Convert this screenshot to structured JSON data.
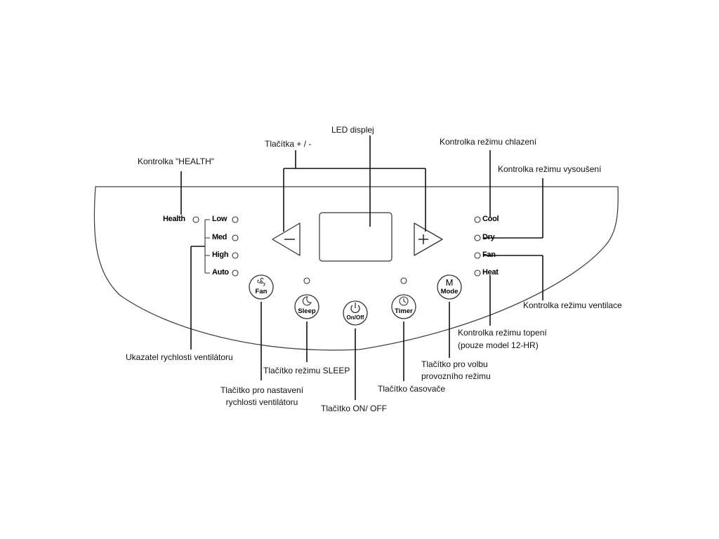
{
  "callouts": {
    "led_display": "LED displej",
    "plus_minus_buttons": "Tlačítka + / -",
    "health_indicator": "Kontrolka \"HEALTH\"",
    "cool_indicator": "Kontrolka režimu chlazení",
    "dry_indicator": "Kontrolka režimu vysoušení",
    "fan_mode_indicator": "Kontrolka režimu ventilace",
    "heat_indicator_line1": "Kontrolka režimu topení",
    "heat_indicator_line2": "(pouze model 12-HR)",
    "fan_speed_indicator": "Ukazatel rychlosti ventilátoru",
    "sleep_button": "Tlačítko režimu SLEEP",
    "mode_button_line1": "Tlačítko pro volbu",
    "mode_button_line2": "provozního režimu",
    "fan_speed_button_line1": "Tlačítko pro nastavení",
    "fan_speed_button_line2": "rychlosti ventilátoru",
    "timer_button": "Tlačítko časovače",
    "onoff_button": "Tlačítko ON/ OFF"
  },
  "panel": {
    "health": "Health",
    "speeds": [
      "Low",
      "Med",
      "High",
      "Auto"
    ],
    "modes": [
      "Cool",
      "Dry",
      "Fan",
      "Heat"
    ],
    "buttons": {
      "fan": "Fan",
      "sleep": "Sleep",
      "onoff": "On/Off",
      "timer": "Timer",
      "mode": "Mode"
    },
    "mode_glyph": "M"
  }
}
